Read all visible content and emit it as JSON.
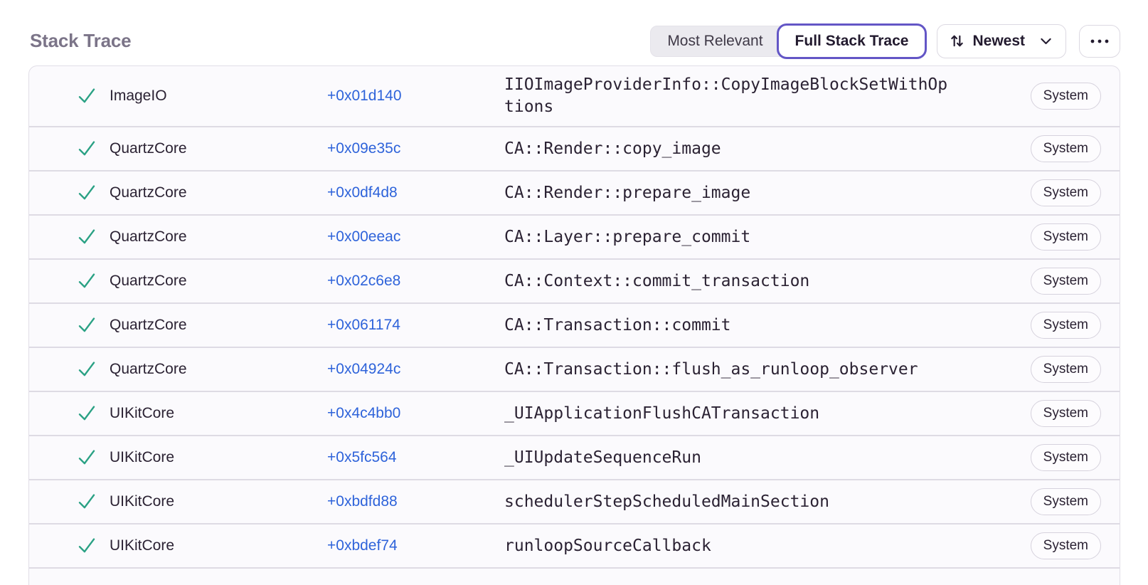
{
  "header": {
    "title": "Stack Trace",
    "controls": {
      "most_relevant_label": "Most Relevant",
      "full_stack_trace_label": "Full Stack Trace",
      "sort_label": "Newest"
    },
    "icons": {
      "sort": "sort-arrows-icon",
      "chevron": "chevron-down-icon",
      "more": "ellipsis-icon",
      "row_status": "check-icon"
    }
  },
  "colors": {
    "accent_purple": "#6356c6",
    "link_blue": "#2e63da",
    "success_green": "#2aa184",
    "title_gray": "#7b7488",
    "row_background": "#fbfafd",
    "divider": "#dedbe4"
  },
  "table": {
    "badge_default": "System",
    "rows": [
      {
        "module": "ImageIO",
        "address": "+0x01d140",
        "function": "IIOImageProviderInfo::CopyImageBlockSetWithOptions",
        "badge": "System"
      },
      {
        "module": "QuartzCore",
        "address": "+0x09e35c",
        "function": "CA::Render::copy_image",
        "badge": "System"
      },
      {
        "module": "QuartzCore",
        "address": "+0x0df4d8",
        "function": "CA::Render::prepare_image",
        "badge": "System"
      },
      {
        "module": "QuartzCore",
        "address": "+0x00eeac",
        "function": "CA::Layer::prepare_commit",
        "badge": "System"
      },
      {
        "module": "QuartzCore",
        "address": "+0x02c6e8",
        "function": "CA::Context::commit_transaction",
        "badge": "System"
      },
      {
        "module": "QuartzCore",
        "address": "+0x061174",
        "function": "CA::Transaction::commit",
        "badge": "System"
      },
      {
        "module": "QuartzCore",
        "address": "+0x04924c",
        "function": "CA::Transaction::flush_as_runloop_observer",
        "badge": "System"
      },
      {
        "module": "UIKitCore",
        "address": "+0x4c4bb0",
        "function": "_UIApplicationFlushCATransaction",
        "badge": "System"
      },
      {
        "module": "UIKitCore",
        "address": "+0x5fc564",
        "function": "_UIUpdateSequenceRun",
        "badge": "System"
      },
      {
        "module": "UIKitCore",
        "address": "+0xbdfd88",
        "function": "schedulerStepScheduledMainSection",
        "badge": "System"
      },
      {
        "module": "UIKitCore",
        "address": "+0xbdef74",
        "function": "runloopSourceCallback",
        "badge": "System"
      }
    ]
  }
}
